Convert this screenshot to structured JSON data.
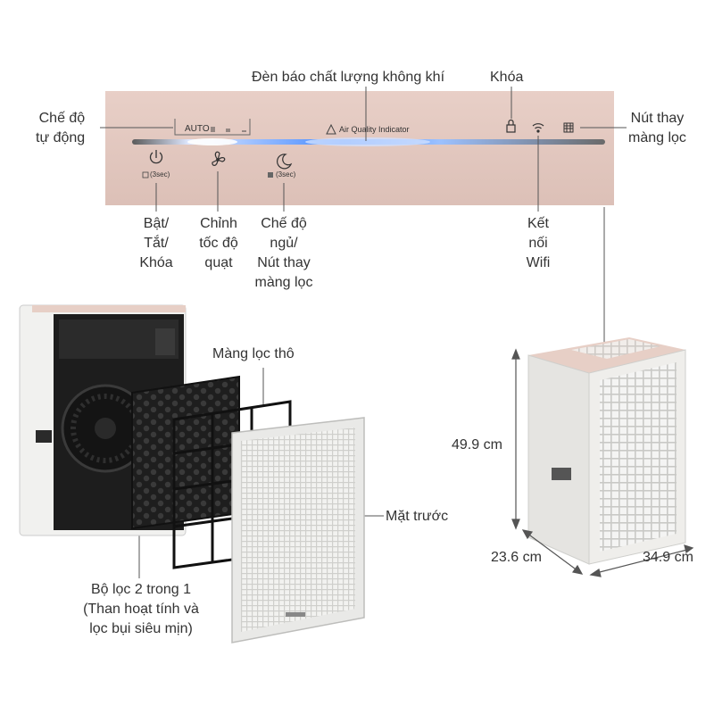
{
  "panel": {
    "auto_label": "AUTO",
    "aqi_label": "Air Quality Indicator",
    "sec_label_power": "(3sec)",
    "sec_label_sleep": "(3sec)"
  },
  "callouts": {
    "air_quality_light": "Đèn báo chất lượng không khí",
    "lock": "Khóa",
    "auto_mode": [
      "Chế độ",
      "tự động"
    ],
    "filter_replace": [
      "Nút thay",
      "màng lọc"
    ],
    "power": [
      "Bật/",
      "Tắt/",
      "Khóa"
    ],
    "fan_speed": [
      "Chỉnh",
      "tốc độ",
      "quạt"
    ],
    "sleep_mode": [
      "Chế độ",
      "ngủ/",
      "Nút thay",
      "màng lọc"
    ],
    "wifi": [
      "Kết",
      "nối",
      "Wifi"
    ],
    "coarse_filter": "Màng lọc thô",
    "front_panel": "Mặt trước",
    "filter_2in1": [
      "Bộ lọc 2 trong 1",
      "(Than hoạt tính và",
      "lọc bụi siêu mịn)"
    ]
  },
  "dimensions": {
    "height": "49.9 cm",
    "depth": "23.6 cm",
    "width": "34.9 cm"
  },
  "colors": {
    "panel": "#e2c7bf",
    "glow": "#4a8cff",
    "device_body": "#ecebe8"
  }
}
